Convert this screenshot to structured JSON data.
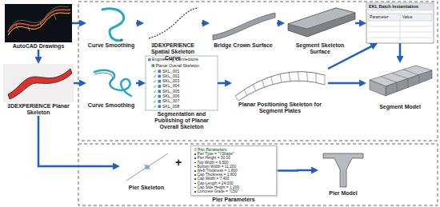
{
  "diagram": {
    "nodes": [
      {
        "text": [
          "AutoCAD Drawings"
        ]
      },
      {
        "text": [
          "Curve Smoothing"
        ]
      },
      {
        "text": [
          "3DEXPERIENCE Spatial Skeleton Curve"
        ]
      },
      {
        "text": [
          "Bridge Crown Surface"
        ]
      },
      {
        "text": [
          "Segment Skeleton Surface"
        ]
      },
      {
        "text": [
          "EKL Batch Instantiation"
        ]
      },
      {
        "text": [
          "3DEXPERIENCE Planar Skeleton"
        ]
      },
      {
        "text": [
          "Curve Smoothing"
        ]
      },
      {
        "text": [
          "Segmentation and Publishing of Planar Overall Skeleton"
        ]
      },
      {
        "text": [
          "Planar Positioning Skeleton for Segment Plates"
        ]
      },
      {
        "text": [
          "Segment Model"
        ]
      },
      {
        "text": [
          "Pier Skeleton"
        ]
      },
      {
        "text": [
          "// Pier Parameters",
          "Pier Type = \"YShape\"",
          "Pier Height = 30.00",
          "Top Width = 6.500",
          "Bottom Width = 11.200",
          "Web Thickness = 1.800",
          "Cap Thickness = 1.800",
          "Cap Width = 7.400",
          "Cap Length = 24.000",
          "Cap Side Height = 1.200",
          "Concrete Grade = \"C50\"",
          "Pier Parameters"
        ]
      },
      {
        "text": [
          "Pier Model"
        ]
      }
    ],
    "edges": [
      {
        "from": 0,
        "to": 1,
        "arrow": "to"
      },
      {
        "from": 0,
        "to": 6,
        "arrow": "to"
      },
      {
        "from": 1,
        "to": 2,
        "arrow": "to"
      },
      {
        "from": 2,
        "to": 3,
        "arrow": "to"
      },
      {
        "from": 3,
        "to": 4,
        "arrow": "to"
      },
      {
        "from": 4,
        "to": 5,
        "arrow": "to"
      },
      {
        "from": 5,
        "to": 10,
        "arrow": "to"
      },
      {
        "from": 6,
        "to": 7,
        "arrow": "to"
      },
      {
        "from": 7,
        "to": 8,
        "arrow": "to"
      },
      {
        "from": 8,
        "to": 9,
        "arrow": "to"
      },
      {
        "from": 9,
        "to": 10,
        "arrow": "to"
      },
      {
        "from": 9,
        "to": 5,
        "arrow": "to"
      },
      {
        "from": 6,
        "to": 11,
        "arrow": "to"
      },
      {
        "from": 12,
        "to": 13,
        "arrow": "to"
      }
    ],
    "labels": [
      "+",
      "Engineering Connections",
      "Planar Overall Skeleton",
      "SKL_001",
      "SKL_002",
      "SKL_003",
      "SKL_004",
      "SKL_005",
      "SKL_006",
      "SKL_007",
      "SKL_008",
      "Parameter",
      "Value"
    ]
  }
}
